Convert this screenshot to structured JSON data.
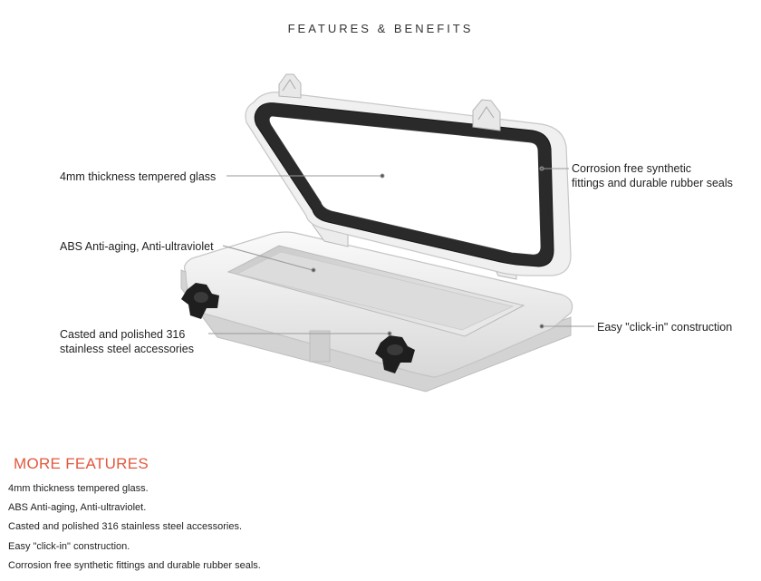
{
  "heading": "FEATURES & BENEFITS",
  "callouts": {
    "glass": "4mm thickness tempered glass",
    "abs": "ABS Anti-aging, Anti-ultraviolet",
    "casted_line1": "Casted and polished 316",
    "casted_line2": "stainless steel accessories",
    "corrosion_line1": "Corrosion free synthetic",
    "corrosion_line2": "fittings and durable rubber seals",
    "click_in": "Easy \"click-in\" construction"
  },
  "more_features": {
    "title": "MORE FEATURES",
    "items": [
      "4mm thickness tempered glass.",
      "ABS Anti-aging, Anti-ultraviolet.",
      "Casted and polished 316 stainless steel accessories.",
      "Easy \"click-in\" construction.",
      "Corrosion free synthetic fittings and durable rubber seals."
    ]
  },
  "colors": {
    "accent": "#e2583e",
    "frame": "#ececec",
    "gasket": "#2a2a2a",
    "knob": "#1e1e1e"
  }
}
